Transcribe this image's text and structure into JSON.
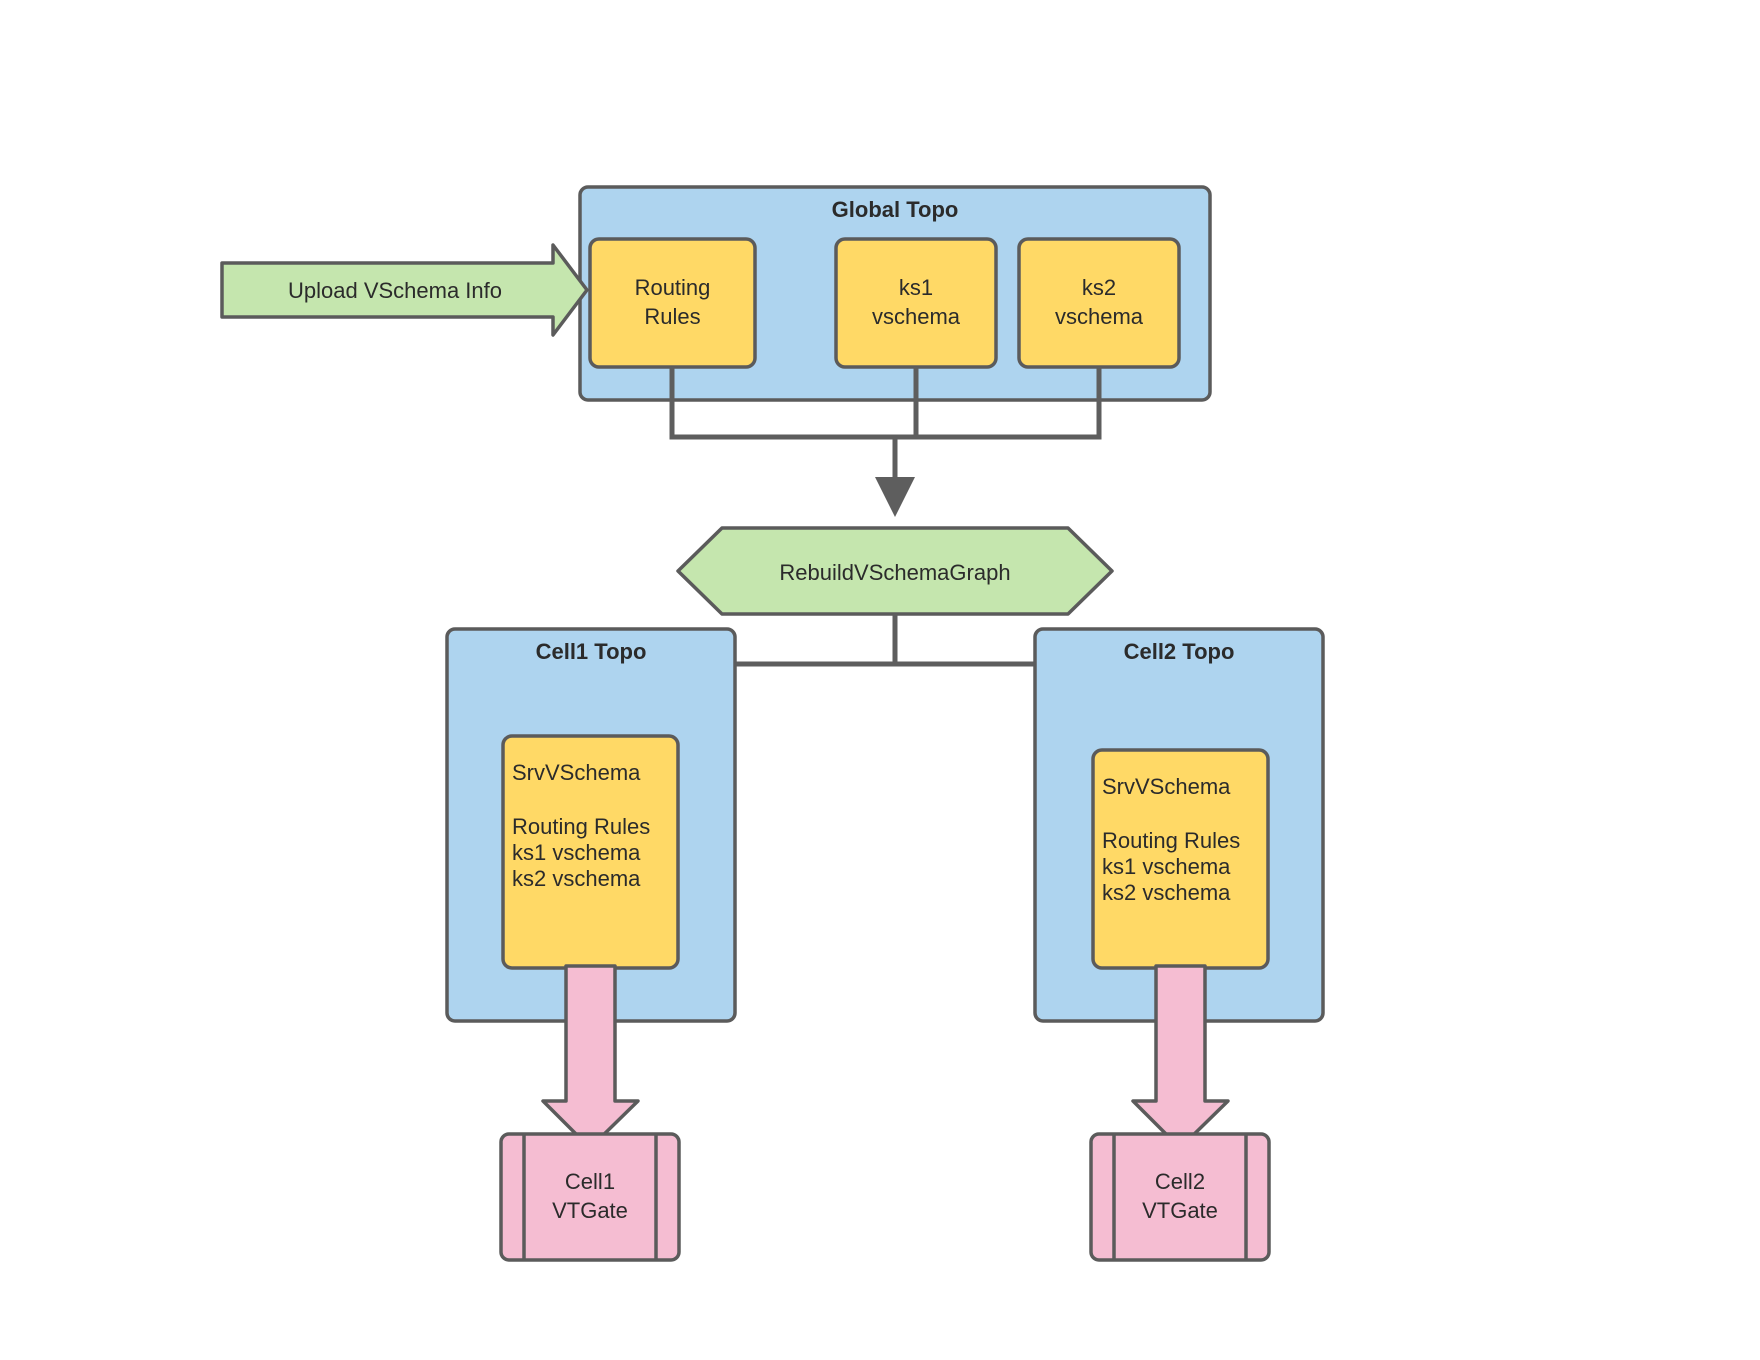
{
  "diagram": {
    "title_nodes": {
      "global_topo": "Global Topo",
      "cell1_topo": "Cell1 Topo",
      "cell2_topo": "Cell2 Topo"
    },
    "global_boxes": [
      {
        "name": "routing-rules",
        "line1": "Routing",
        "line2": "Rules"
      },
      {
        "name": "ks1-vschema",
        "line1": "ks1",
        "line2": "vschema"
      },
      {
        "name": "ks2-vschema",
        "line1": "ks2",
        "line2": "vschema"
      }
    ],
    "input_arrow": {
      "label": "Upload VSchema Info"
    },
    "process": {
      "label": "RebuildVSchemaGraph"
    },
    "srv_vschema": {
      "heading": "SrvVSchema",
      "items": [
        "Routing Rules",
        "ks1 vschema",
        "ks2 vschema"
      ]
    },
    "vtgates": [
      {
        "name": "cell1-vtgate",
        "line1": "Cell1",
        "line2": "VTGate"
      },
      {
        "name": "cell2-vtgate",
        "line1": "Cell2",
        "line2": "VTGate"
      }
    ],
    "colors": {
      "container_fill": "#aed4ef",
      "container_stroke": "#5b5b5b",
      "box_fill": "#ffd966",
      "box_stroke": "#5b5b5b",
      "green_fill": "#c5e6ae",
      "green_stroke": "#5b5b5b",
      "pink_fill": "#f5bdd2",
      "pink_stroke": "#5b5b5b",
      "edge": "#5e5e5e",
      "text": "#2b2b2b"
    }
  }
}
